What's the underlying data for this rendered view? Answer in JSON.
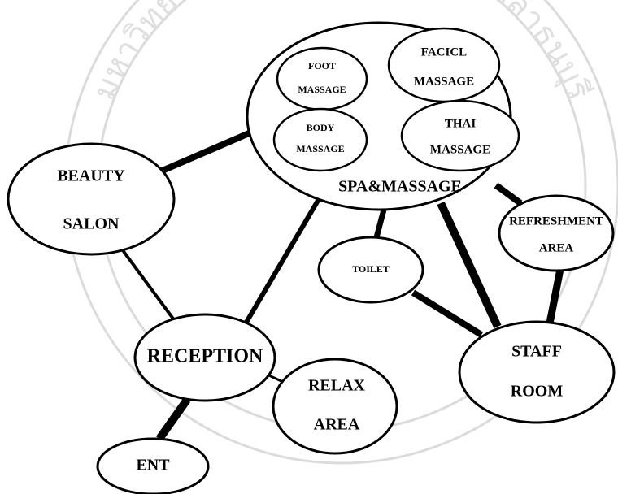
{
  "watermark": {
    "text": "มหาวิทยาลัยเทคโนโลยีพระจอมเกล้าธนบุรี"
  },
  "nodes": {
    "spa": {
      "label": "SPA&MASSAGE"
    },
    "foot": {
      "line1": "FOOT",
      "line2": "MASSAGE"
    },
    "facial": {
      "line1": "FACICL",
      "line2": "MASSAGE"
    },
    "body": {
      "line1": "BODY",
      "line2": "MASSAGE"
    },
    "thai": {
      "line1": "THAI",
      "line2": "MASSAGE"
    },
    "beauty": {
      "line1": "BEAUTY",
      "line2": "SALON"
    },
    "refresh": {
      "line1": "REFRESHMENT",
      "line2": "AREA"
    },
    "toilet": {
      "label": "TOILET"
    },
    "reception": {
      "label": "RECEPTION"
    },
    "staff": {
      "line1": "STAFF",
      "line2": "ROOM"
    },
    "relax": {
      "line1": "RELAX",
      "line2": "AREA"
    },
    "ent": {
      "label": "ENT"
    }
  }
}
